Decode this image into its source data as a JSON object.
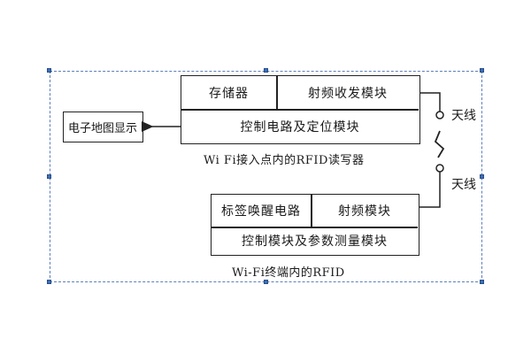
{
  "reader": {
    "storage": "存储器",
    "rf_transceiver": "射频收发模块",
    "control_positioning": "控制电路及定位模块",
    "caption": "Wi Fi接入点内的RFID读写器"
  },
  "terminal": {
    "tag_wakeup": "标签唤醒电路",
    "rf_module": "射频模块",
    "control_measurement": "控制模块及参数测量模块",
    "caption": "Wi-Fi终端内的RFID"
  },
  "display": {
    "label": "电子地图显示"
  },
  "antenna_top": "天线",
  "antenna_bottom": "天线"
}
